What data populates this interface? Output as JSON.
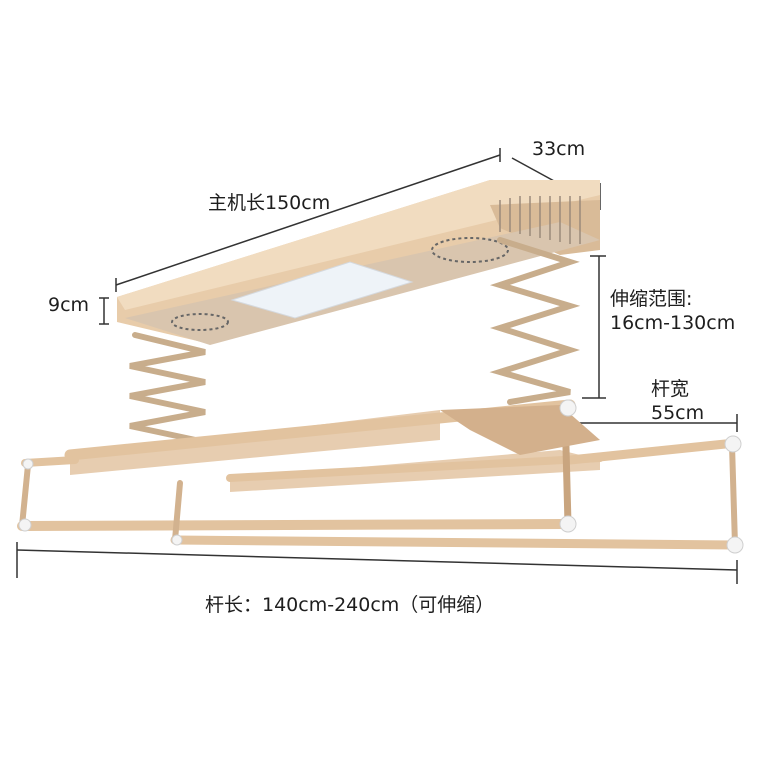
{
  "diagram": {
    "subject": "electric ceiling clothes drying rack",
    "colors": {
      "body_gold": "#e6c9a6",
      "body_shadow": "#c9a98a",
      "rod": "#e3c4a0",
      "scissor_arm": "#c8ad8c",
      "light_panel": "#eef3f8",
      "dimension_line": "#333333",
      "end_cap": "#f4f4f4"
    },
    "labels": {
      "main_length": "主机长150cm",
      "depth": "33cm",
      "height": "9cm",
      "lift_range_title": "伸缩范围:",
      "lift_range_value": "16cm-130cm",
      "rod_width_title": "杆宽",
      "rod_width_value": "55cm",
      "rod_length": "杆长：140cm-240cm（可伸缩）"
    }
  }
}
